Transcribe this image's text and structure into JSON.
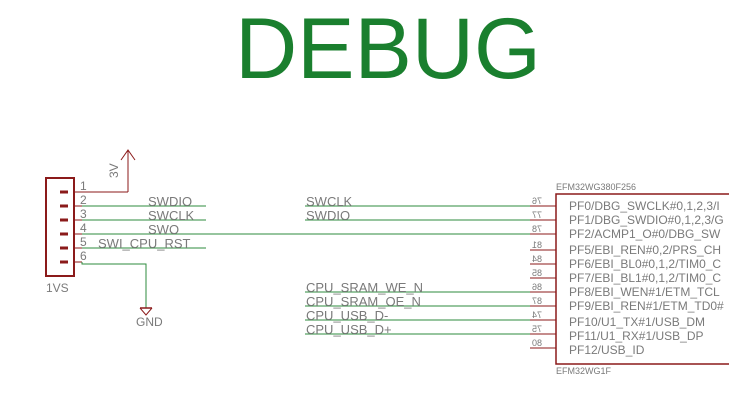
{
  "title": "DEBUG",
  "connector": {
    "name": "1VS",
    "pins": [
      "1",
      "2",
      "3",
      "4",
      "5",
      "6"
    ],
    "power_label": "3V",
    "ground_label": "GND"
  },
  "connector_nets": [
    "SWDIO",
    "SWCLK",
    "SWO",
    "SWI_CPU_RST"
  ],
  "left_nets": [
    "SWCLK",
    "SWDIO",
    "CPU_SRAM_WE_N",
    "CPU_SRAM_OE_N",
    "CPU_USB_D-",
    "CPU_USB_D+"
  ],
  "mcu": {
    "part": "EFM32WG380F256",
    "value": "EFM32WG1F",
    "pin_numbers": [
      "76",
      "77",
      "78",
      "81",
      "84",
      "85",
      "86",
      "87",
      "74",
      "75",
      "80"
    ],
    "pin_names": [
      "PF0/DBG_SWCLK#0,1,2,3/I",
      "PF1/DBG_SWDIO#0,1,2,3/G",
      "PF2/ACMP1_O#0/DBG_SW",
      "PF5/EBI_REN#0,2/PRS_CH",
      "PF6/EBI_BL0#0,1,2/TIM0_C",
      "PF7/EBI_BL1#0,1,2/TIM0_C",
      "PF8/EBI_WEN#1/ETM_TCL",
      "PF9/EBI_REN#1/ETM_TD0#",
      "PF10/U1_TX#1/USB_DM",
      "PF11/U1_RX#1/USB_DP",
      "PF12/USB_ID"
    ]
  },
  "colors": {
    "title": "#1a7f2e",
    "wire": "#2e8b3e",
    "symbol": "#8b1a1a",
    "text": "#7a7a7a"
  }
}
